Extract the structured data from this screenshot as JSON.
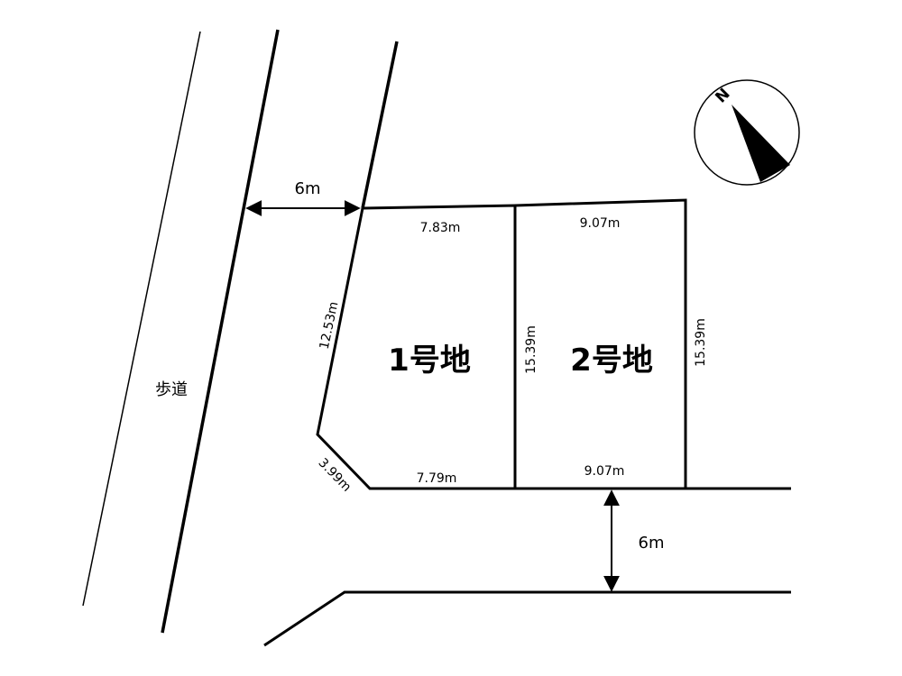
{
  "sidewalk_label": "歩道",
  "road_west_width": "6m",
  "road_south_width": "6m",
  "compass_label": "N",
  "lots": [
    {
      "name": "1号地",
      "top": "7.83m",
      "bottom": "7.79m",
      "west": "12.53m",
      "corner_cut": "3.99m",
      "east": "15.39m"
    },
    {
      "name": "2号地",
      "top": "9.07m",
      "bottom": "9.07m",
      "west": "15.39m",
      "east": "15.39m"
    }
  ]
}
